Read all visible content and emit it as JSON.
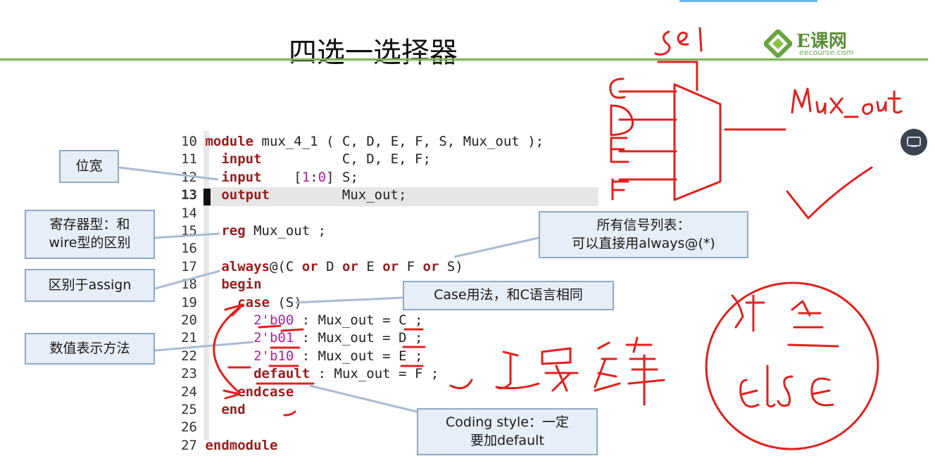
{
  "slide": {
    "title": "四选一选择器",
    "logo": {
      "brand": "E课网",
      "site": "eecourse.com"
    }
  },
  "code_lines": [
    {
      "n": "10",
      "text": "module mux_4_1 ( C, D, E, F, S, Mux_out );"
    },
    {
      "n": "11",
      "text": "input          C, D, E, F;"
    },
    {
      "n": "12",
      "text": "input    [1:0] S;"
    },
    {
      "n": "13",
      "text": "output         Mux_out;"
    },
    {
      "n": "14",
      "text": ""
    },
    {
      "n": "15",
      "text": "reg Mux_out ;"
    },
    {
      "n": "16",
      "text": ""
    },
    {
      "n": "17",
      "text": "always@(C or D or E or F or S)"
    },
    {
      "n": "18",
      "text": "begin"
    },
    {
      "n": "19",
      "text": "case (S)"
    },
    {
      "n": "20",
      "text": "2'b00 : Mux_out = C ;"
    },
    {
      "n": "21",
      "text": "2'b01 : Mux_out = D ;"
    },
    {
      "n": "22",
      "text": "2'b10 : Mux_out = E ;"
    },
    {
      "n": "23",
      "text": "default : Mux_out = F ;"
    },
    {
      "n": "24",
      "text": "endcase"
    },
    {
      "n": "25",
      "text": "end"
    },
    {
      "n": "26",
      "text": ""
    },
    {
      "n": "27",
      "text": "endmodule"
    }
  ],
  "callouts": {
    "width": "位宽",
    "reg_type": "寄存器型：和\nwire型的区别",
    "assign": "区别于assign",
    "numeric": "数值表示方法",
    "sensitivity": "所有信号列表：\n可以直接用always@(*)",
    "case_usage": "Case用法，和C语言相同",
    "coding_style": "Coding style：一定\n要加default"
  },
  "handwriting": {
    "sel": "sel",
    "inputs": [
      "C",
      "D",
      "E",
      "F"
    ],
    "mux_out": "Mux_out",
    "logic": "逻辑",
    "if_else": [
      "if",
      "else"
    ]
  },
  "colors": {
    "ink_red": "#e0201e",
    "keyword": "#9b1c1c",
    "number": "#b0209f",
    "rule_green": "#7cb45a",
    "callout_bg": "#e6eef7"
  }
}
